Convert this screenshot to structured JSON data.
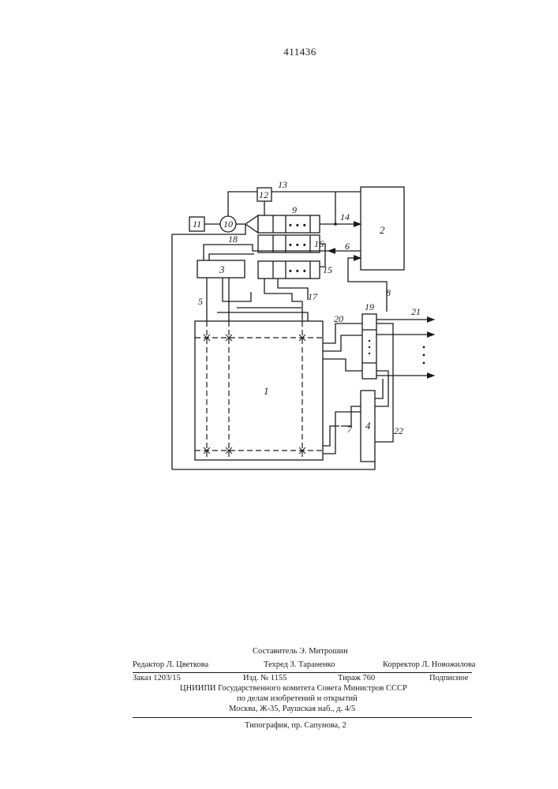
{
  "page_number": "411436",
  "diagram": {
    "labels": {
      "n1": "1",
      "n2": "2",
      "n3": "3",
      "n4": "4",
      "n5": "5",
      "n6": "6",
      "n7": "7",
      "n8": "8",
      "n9": "9",
      "n10": "10",
      "n11": "11",
      "n12": "12",
      "n13": "13",
      "n14": "14",
      "n15": "15",
      "n16": "16",
      "n17": "17",
      "n18": "18",
      "n19": "19",
      "n20": "20",
      "n21": "21",
      "n22": "22"
    },
    "dots": "• • •"
  },
  "credits": {
    "compiler": "Составитель Э. Митрошин",
    "editor": "Редактор Л. Цветкова",
    "techred": "Техред З. Тараненко",
    "corrector": "Корректор Л. Новожилова",
    "order": "Заказ 1203/15",
    "edition_no": "Изд. № 1155",
    "print_run": "Тираж 760",
    "subscription": "Подписное",
    "org_line1": "ЦНИИПИ Государственного комитета Совета Министров СССР",
    "org_line2": "по делам изобретений и открытий",
    "org_line3": "Москва, Ж-35, Раушская наб., д. 4/5",
    "printing_house": "Типография, пр. Сапунова, 2"
  }
}
